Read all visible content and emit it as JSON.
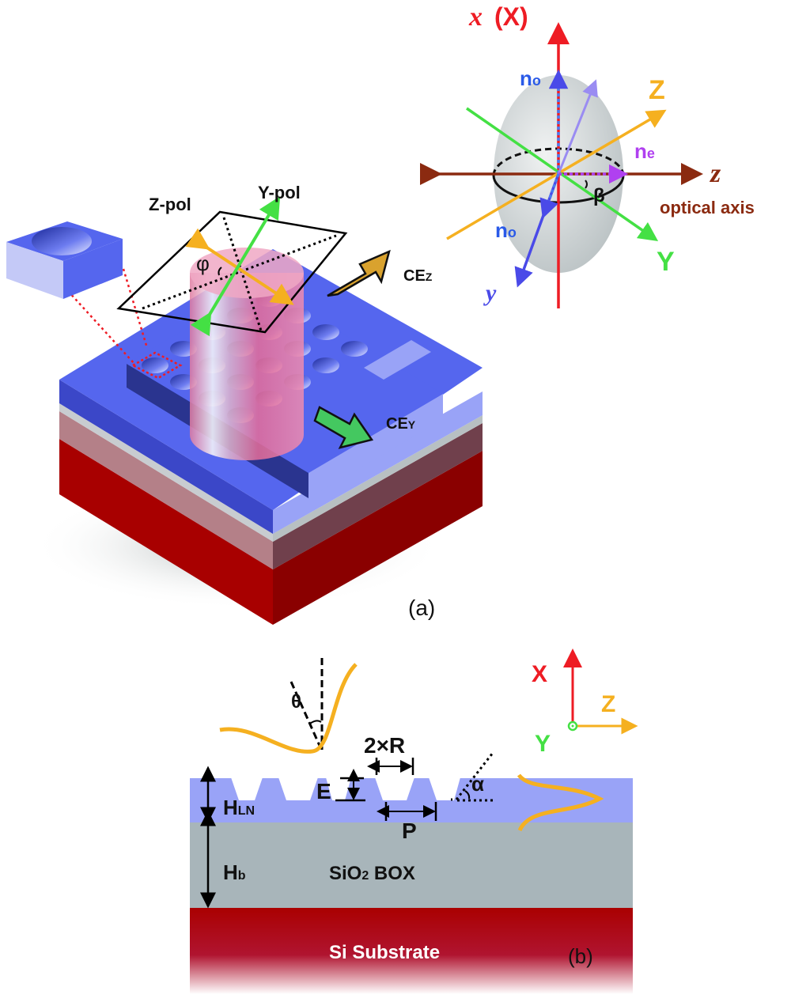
{
  "figure": {
    "panel_a": {
      "label": "(a)",
      "polarization": {
        "z_pol": "Z-pol",
        "y_pol": "Y-pol",
        "angle": "φ"
      },
      "outputs": {
        "ce_z": {
          "main": "CE",
          "sub": "Z"
        },
        "ce_y": {
          "main": "CE",
          "sub": "Y"
        }
      },
      "index_ellipsoid": {
        "x_axis": {
          "italic": "x",
          "paren": "(X)"
        },
        "z_axis": {
          "italic": "z",
          "caption": "optical axis"
        },
        "y_axis": {
          "italic": "y"
        },
        "Z_label": "Z",
        "Y_label": "Y",
        "n_o_top": {
          "main": "n",
          "sub": "o"
        },
        "n_o_bottom": {
          "main": "n",
          "sub": "o"
        },
        "n_e": {
          "main": "n",
          "sub": "e"
        },
        "angle": "β"
      }
    },
    "panel_b": {
      "label": "(b)",
      "angles": {
        "theta": "θ",
        "alpha": "α"
      },
      "dimensions": {
        "diameter": "2×R",
        "etch": "E",
        "period": "P",
        "h_ln": {
          "main": "H",
          "sub": "LN"
        },
        "h_b": {
          "main": "H",
          "sub": "b"
        }
      },
      "layers": {
        "box": {
          "main": "SiO",
          "sub": "2",
          "rest": " BOX"
        },
        "substrate": "Si Substrate"
      },
      "axes": {
        "x": "X",
        "y": "Y",
        "z": "Z"
      }
    },
    "colors": {
      "ln_film": "#5566ee",
      "ln_light": "#99a3f7",
      "box": "#a8b5ba",
      "substrate": "#aa0000",
      "x_axis": "#ee1c24",
      "y_axis": "#4a4ae8",
      "z_axis": "#8b2a10",
      "Z_orange": "#f5b020",
      "Y_green": "#44e044",
      "n_e_purple": "#b040f0"
    }
  }
}
